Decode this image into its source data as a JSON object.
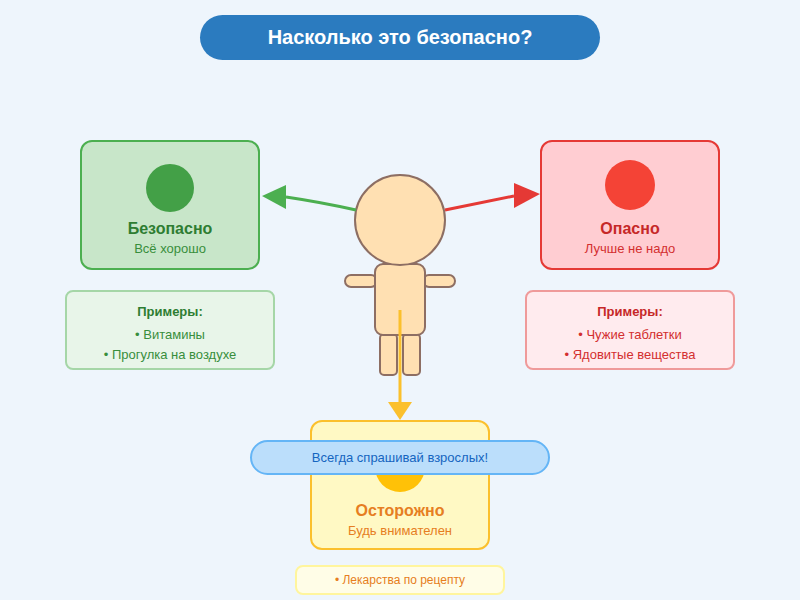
{
  "diagram": {
    "title": "Насколько это безопасно?",
    "nodes": [
      {
        "text": [
          "Безопасно",
          "Всё хорошо"
        ]
      },
      {
        "text": [
          "Опасно",
          "Лучше не надо"
        ]
      },
      {
        "text": [
          "Примеры:",
          "• Витамины",
          "• Прогулка на воздухе"
        ]
      },
      {
        "text": [
          "Примеры:",
          "• Чужие таблетки",
          "• Ядовитые вещества"
        ]
      },
      {
        "text": [
          "Осторожно",
          "Будь внимателен"
        ]
      },
      {
        "text": [
          "Всегда спрашивай взрослых!"
        ]
      },
      {
        "text": [
          "• Лекарства по рецепту"
        ]
      }
    ]
  }
}
